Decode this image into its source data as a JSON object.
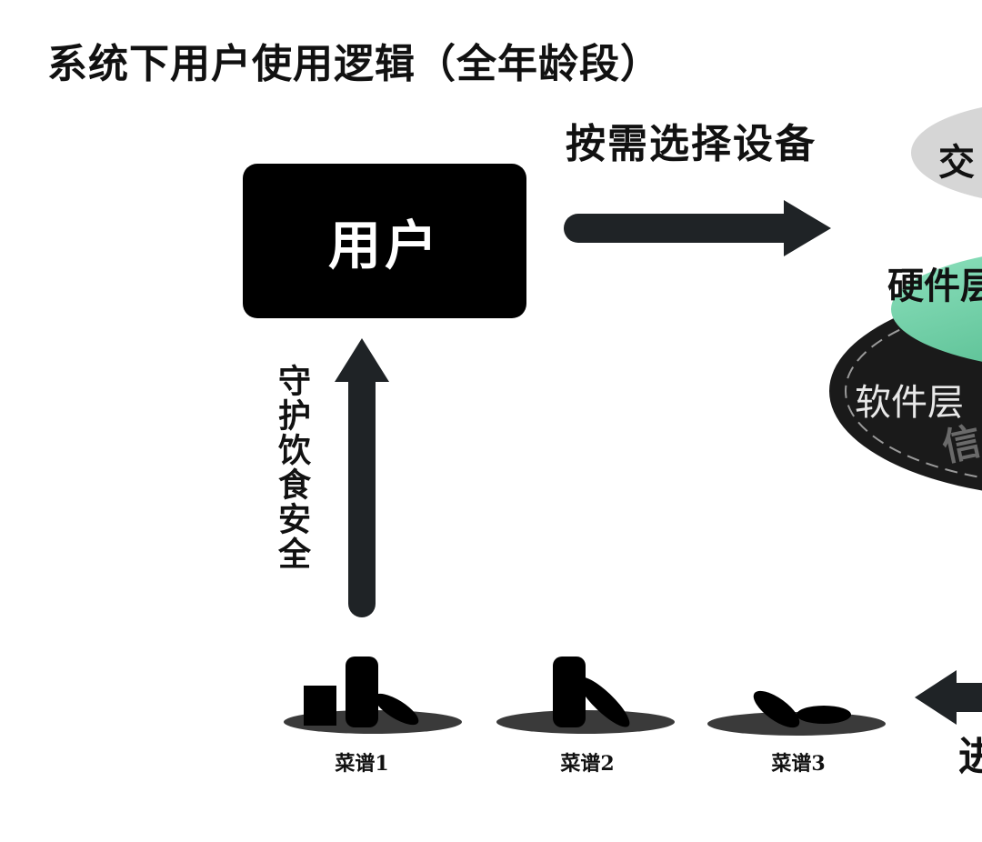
{
  "title": "系统下用户使用逻辑（全年龄段）",
  "top_arrow_label": "按需选择设备",
  "user_box_label": "用户",
  "left_arrow_label": "守护饮食安全",
  "layers": {
    "interaction_partial": "交",
    "hardware_partial": "硬件层",
    "software": "软件层",
    "info_partial": "信"
  },
  "bottom_right_partial": "进",
  "recipes": [
    "菜谱1",
    "菜谱2",
    "菜谱3"
  ],
  "colors": {
    "arrow": "#1f2326",
    "box": "#000000",
    "shadow": "#3a3a3a",
    "interaction_layer": "#d6d6d6",
    "hardware_layer": "#6fd3a9",
    "software_layer": "#1a1a1a"
  }
}
